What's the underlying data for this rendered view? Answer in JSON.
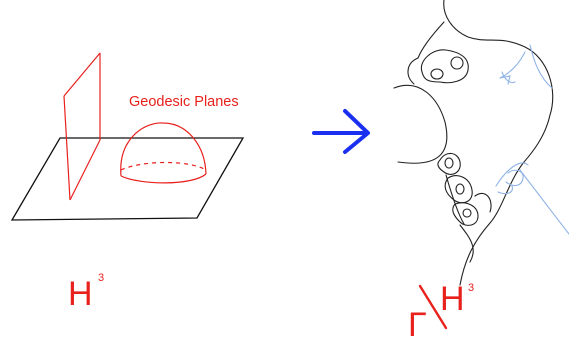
{
  "annotation": {
    "geodesic_planes": "Geodesic Planes"
  },
  "labels": {
    "left_space": "H",
    "left_exponent": "3",
    "right_space": "H",
    "right_exponent": "3",
    "gamma_symbol": "Γ"
  },
  "colors": {
    "red": "#e8211d",
    "blue": "#1a2ff0",
    "black": "#111111",
    "dark_gray": "#444444",
    "light_blue": "#8fb3e6"
  },
  "icons": {
    "arrow": "right-arrow-icon"
  }
}
